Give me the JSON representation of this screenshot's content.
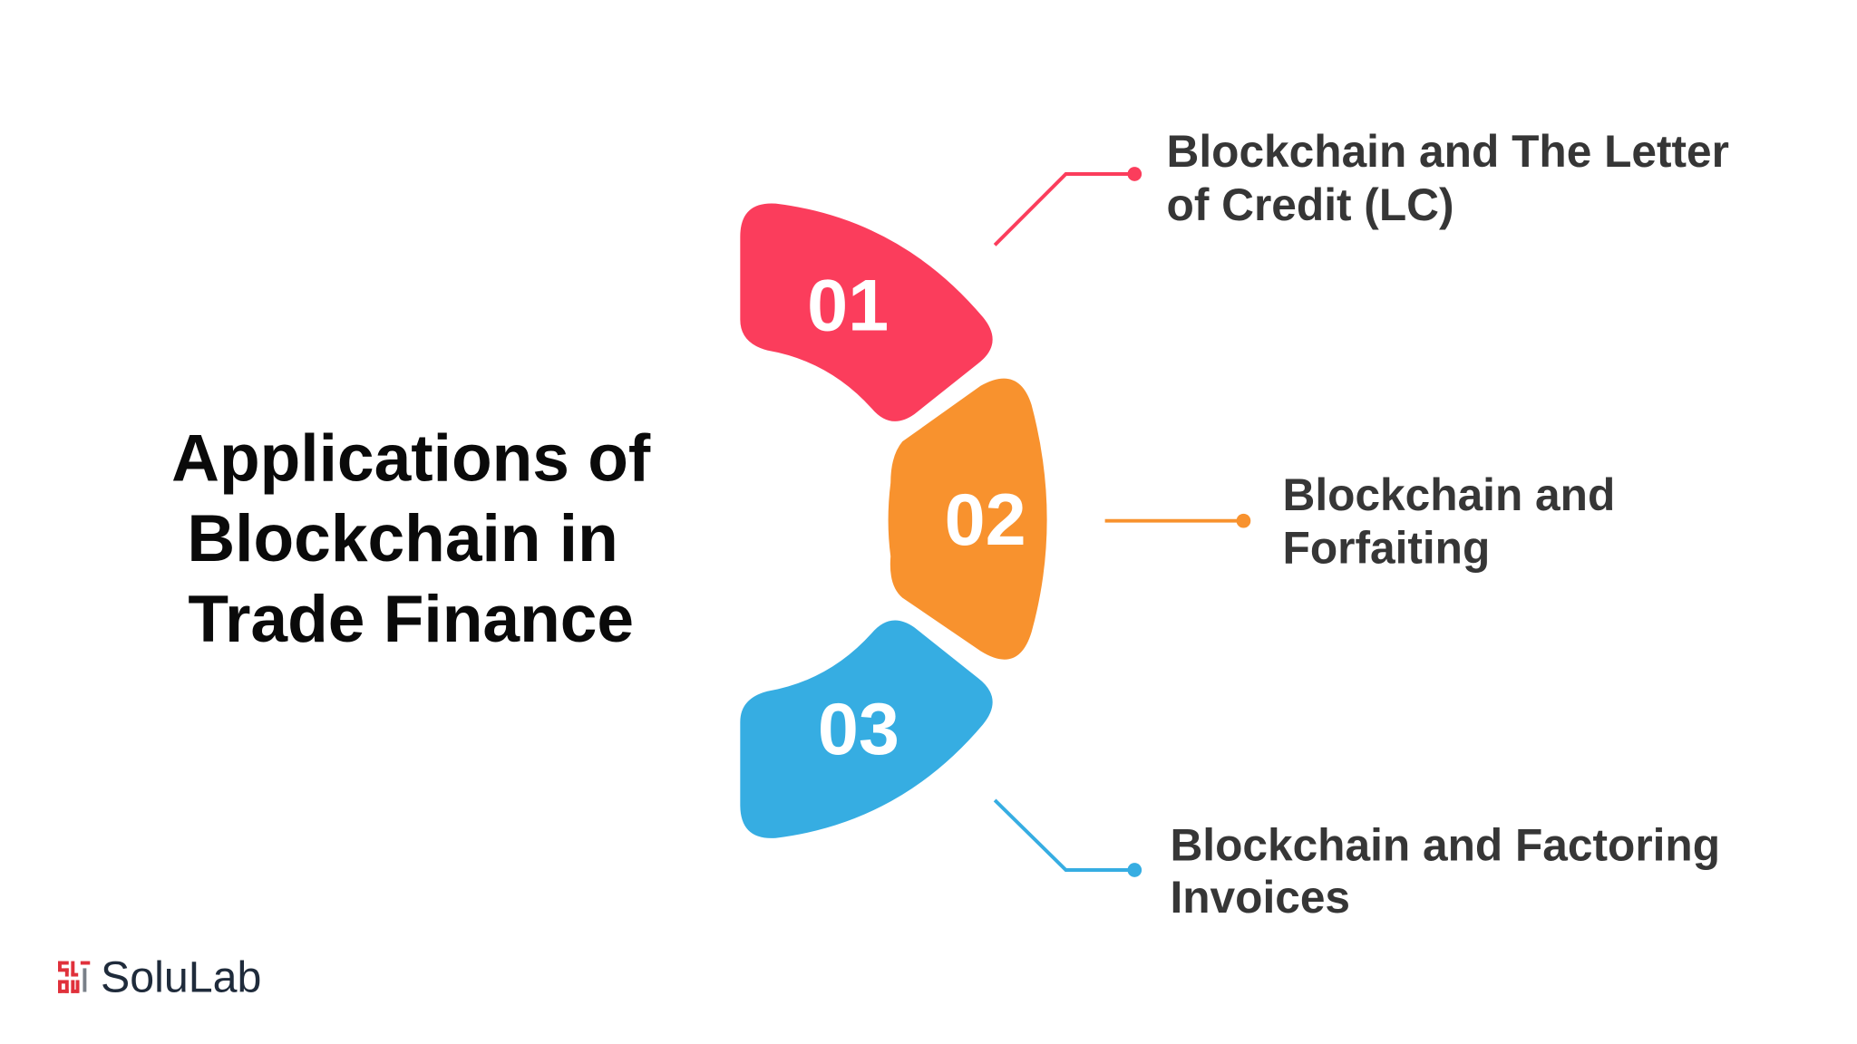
{
  "title": {
    "lines": [
      "Applications of",
      "Blockchain in",
      "Trade Finance"
    ]
  },
  "colors": {
    "item1": "#fb3d5c",
    "item2": "#f8922e",
    "item3": "#36ade2",
    "text": "#363636",
    "brand": "#1f2b3b",
    "logo": "#e0313b"
  },
  "items": [
    {
      "number": "01",
      "lines": [
        "Blockchain and The Letter",
        "of Credit (LC)"
      ]
    },
    {
      "number": "02",
      "lines": [
        "Blockchain and",
        "Forfaiting"
      ]
    },
    {
      "number": "03",
      "lines": [
        "Blockchain and Factoring",
        "Invoices"
      ]
    }
  ],
  "logo": {
    "name": "SoluLab",
    "icon": "solulab-logo-icon"
  }
}
